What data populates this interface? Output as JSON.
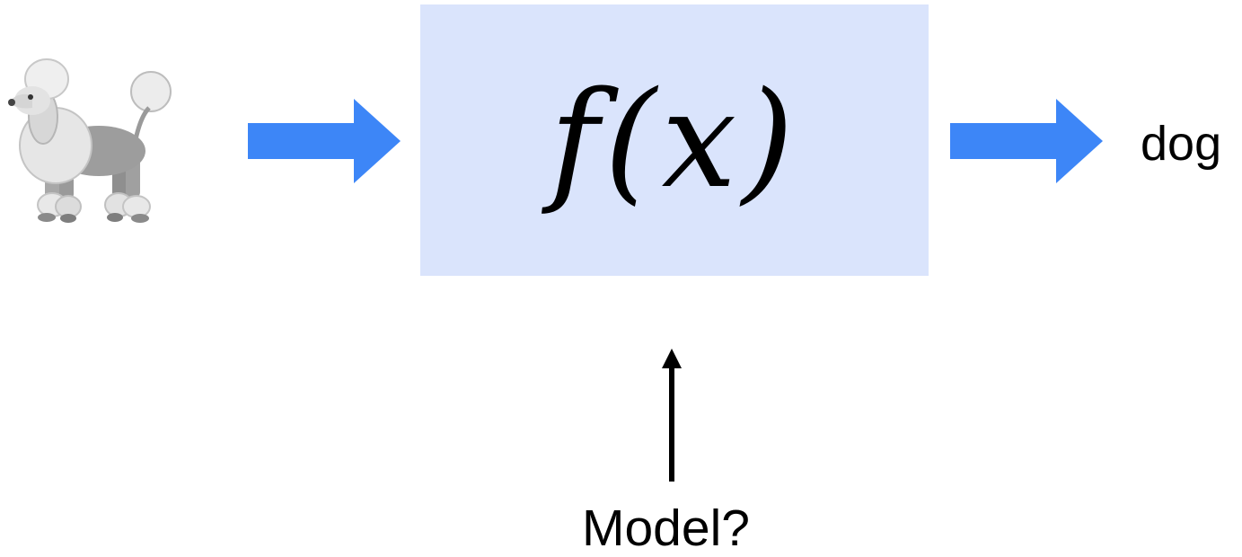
{
  "input_image": {
    "icon": "poodle-icon"
  },
  "function_box": {
    "label": "f(x)",
    "fill_color": "#dae4fc"
  },
  "output": {
    "label": "dog"
  },
  "question": {
    "label": "Model?"
  },
  "colors": {
    "arrow": "#3d86f7",
    "text": "#000000"
  }
}
